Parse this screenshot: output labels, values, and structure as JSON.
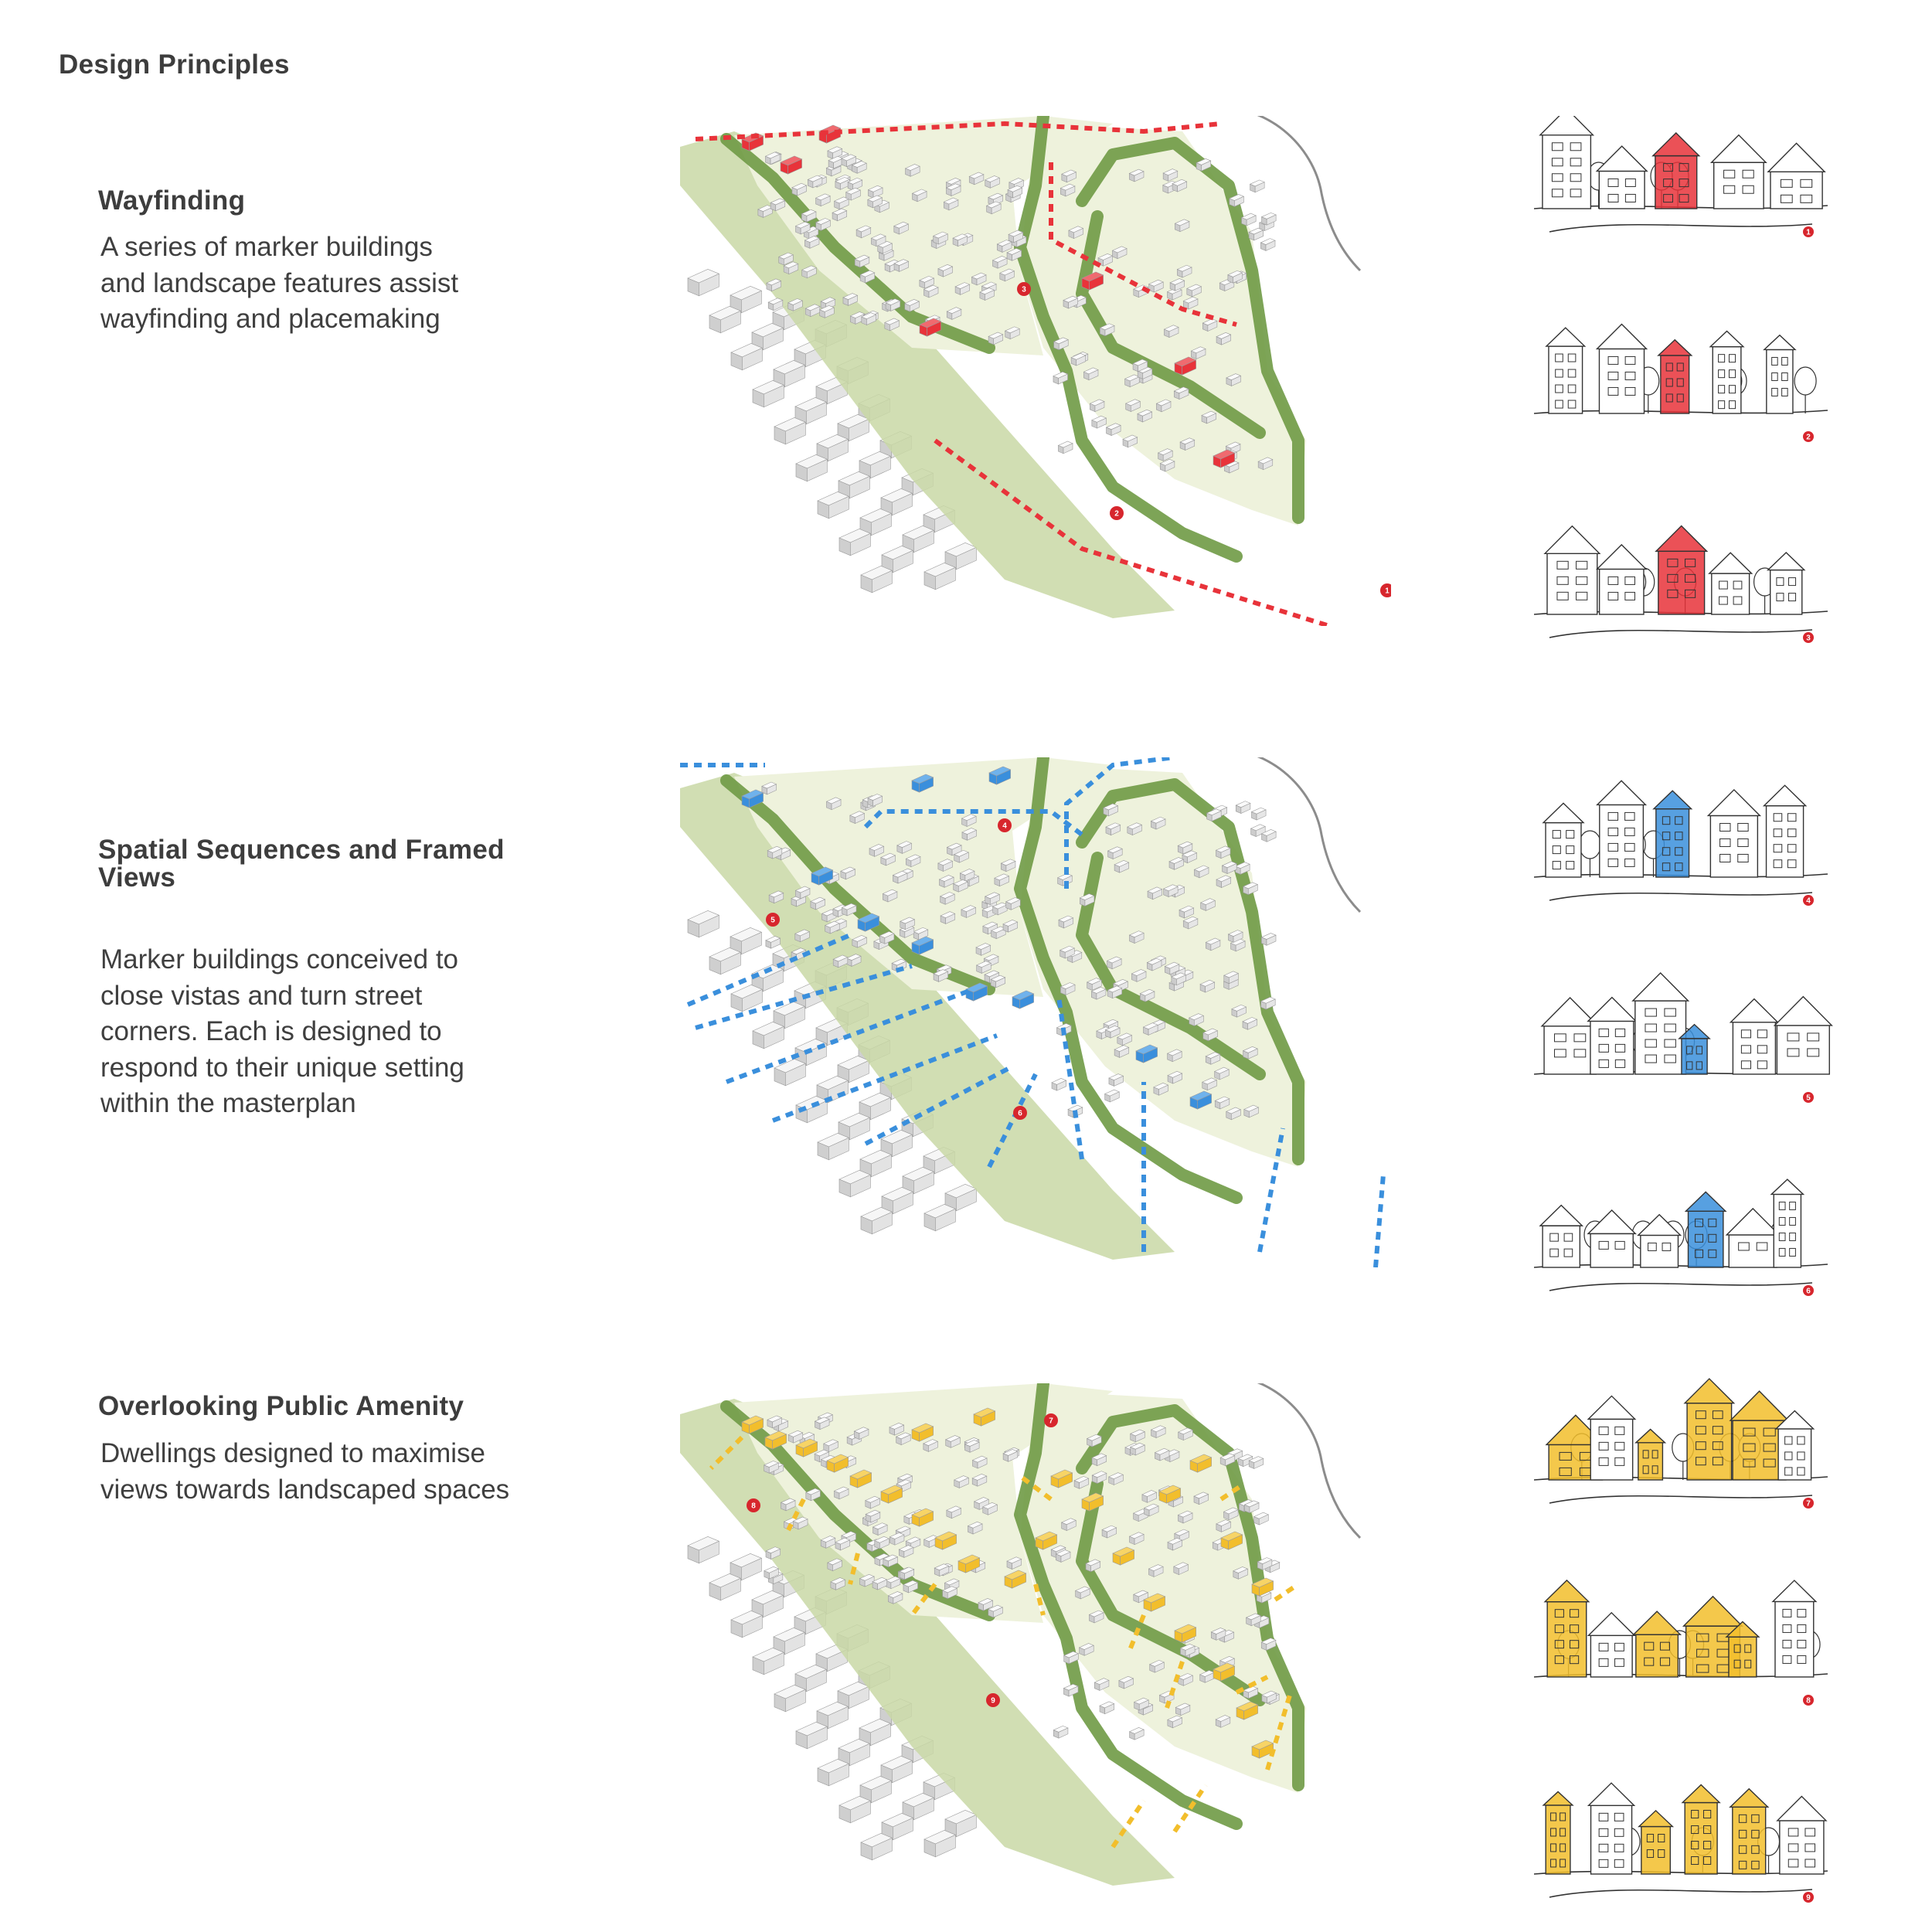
{
  "page_title": "Design Principles",
  "sections": [
    {
      "heading": "Wayfinding",
      "body": [
        "A series of marker buildings",
        "and landscape features assist",
        "wayfinding and placemaking"
      ],
      "highlight_color": "#e8333a",
      "sketch_numbers": [
        "1",
        "2",
        "3"
      ],
      "plan_markers": [
        "1",
        "2",
        "3"
      ]
    },
    {
      "heading": "Spatial Sequences and Framed Views",
      "body": [
        "Marker buildings conceived to",
        "close vistas and turn street",
        "corners. Each is designed to",
        "respond to their unique setting",
        "within the masterplan"
      ],
      "highlight_color": "#3a8fdc",
      "sketch_numbers": [
        "4",
        "5",
        "6"
      ],
      "plan_markers": [
        "4",
        "5",
        "6"
      ]
    },
    {
      "heading": "Overlooking Public Amenity",
      "body": [
        "Dwellings designed to maximise",
        "views towards landscaped spaces"
      ],
      "highlight_color": "#f2be2c",
      "sketch_numbers": [
        "7",
        "8",
        "9"
      ],
      "plan_markers": [
        "7",
        "8",
        "9"
      ]
    }
  ],
  "colors": {
    "marker_red": "#d7262d",
    "greenery": "#6f9a45",
    "open_space": "#c9d8a6",
    "plot_ground": "#eef2dc",
    "building_grey": "#e4e4e4"
  }
}
